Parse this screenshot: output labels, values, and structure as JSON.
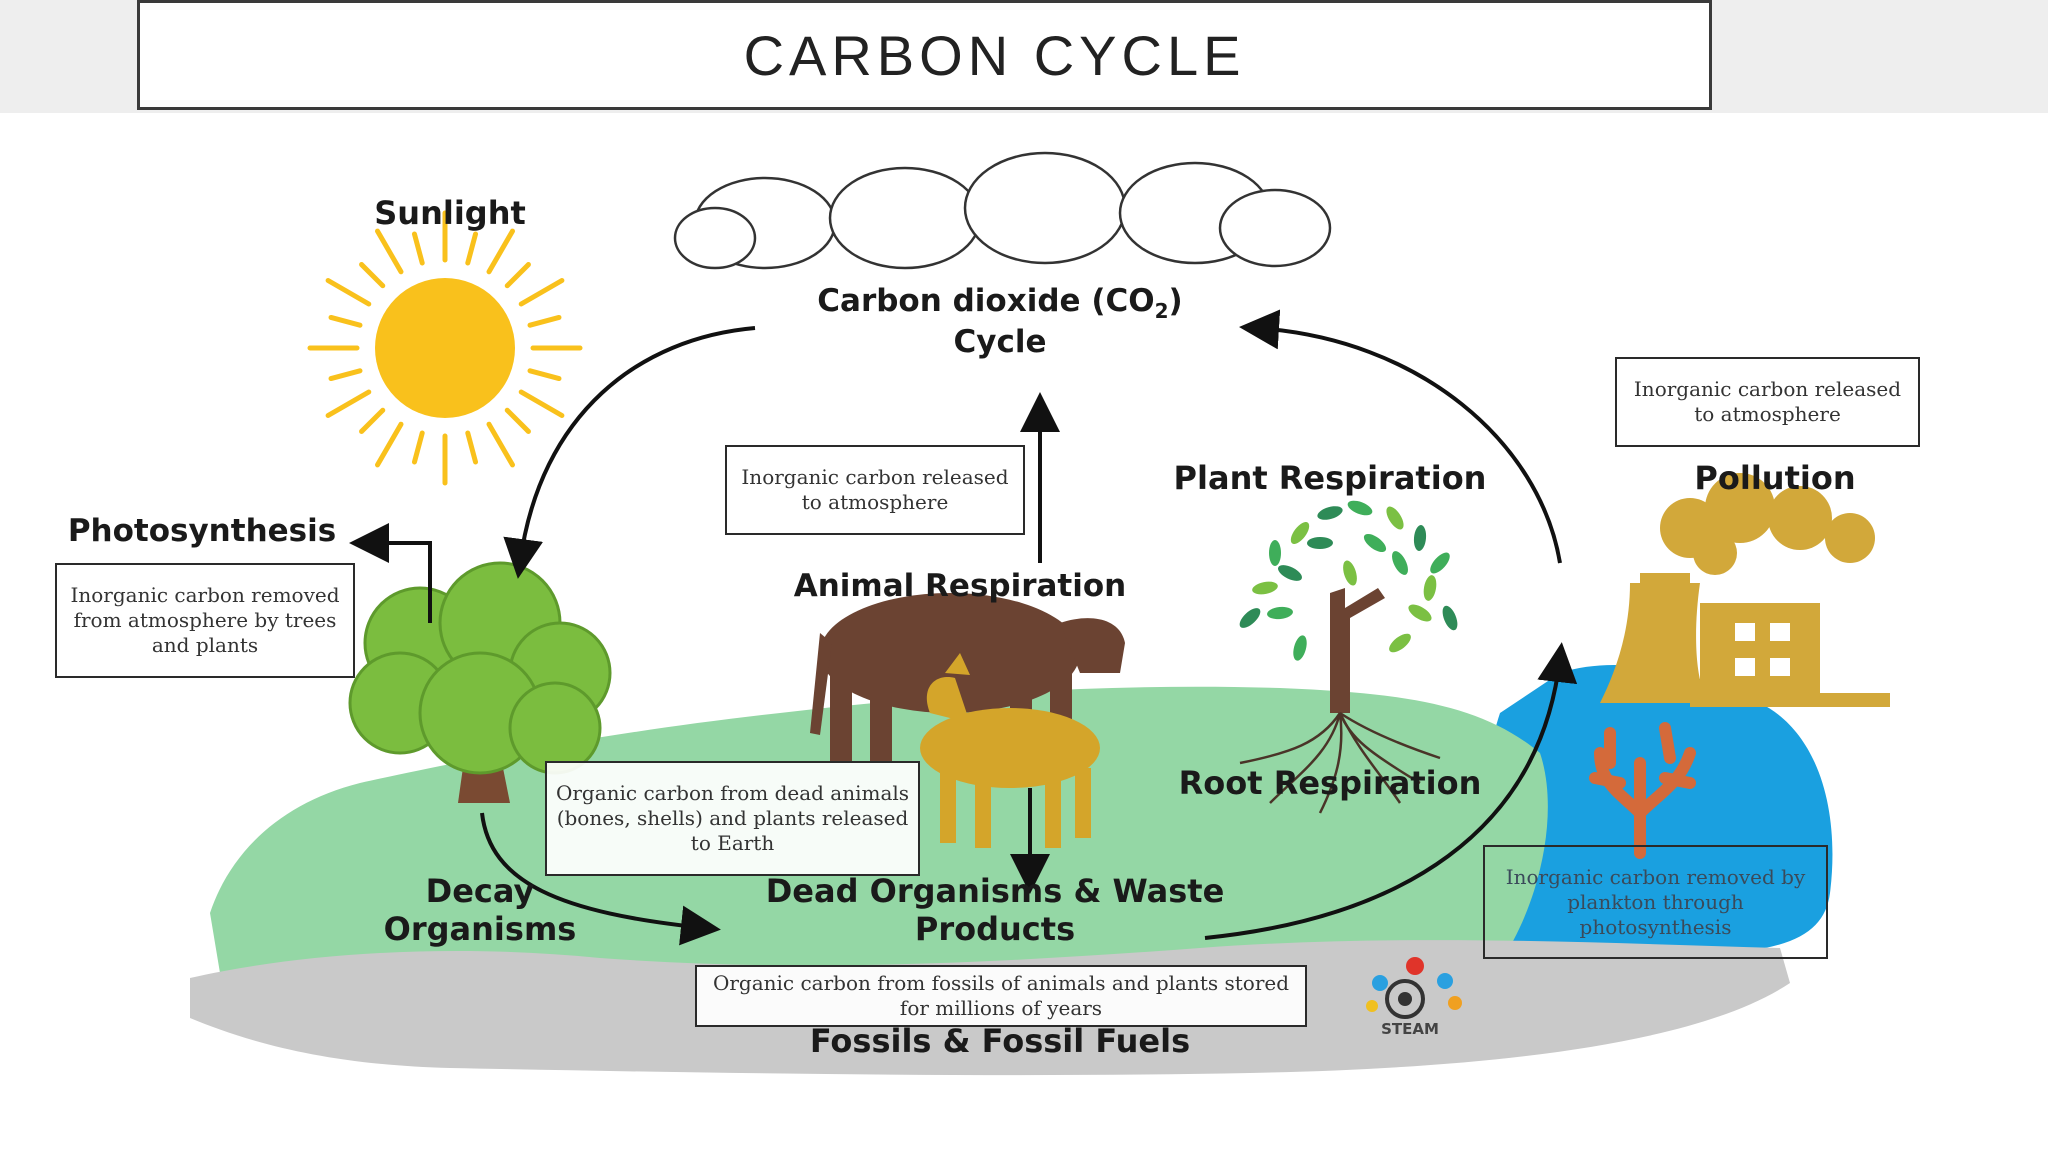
{
  "title": "CARBON CYCLE",
  "labels": {
    "sunlight": "Sunlight",
    "co2_line1": "Carbon dioxide (CO",
    "co2_sub": "2",
    "co2_close": ")",
    "co2_line2": "Cycle",
    "photosynthesis": "Photosynthesis",
    "plant_respiration": "Plant Respiration",
    "pollution": "Pollution",
    "animal_respiration": "Animal Respiration",
    "root_respiration": "Root Respiration",
    "decay_organisms": "Decay\nOrganisms",
    "dead_organisms": "Dead Organisms & Waste\nProducts",
    "fossils": "Fossils & Fossil Fuels",
    "steam_logo": "STEAM"
  },
  "boxes": {
    "animal_release": "Inorganic carbon released to atmosphere",
    "pollution_release": "Inorganic carbon released to atmosphere",
    "photosynthesis_removed": "Inorganic carbon removed from atmosphere by trees and plants",
    "dead_release": "Organic carbon from dead animals (bones, shells) and plants released to Earth",
    "fossil_store": "Organic carbon from fossils of animals and plants stored for millions of years",
    "plankton_removed": "Inorganic carbon removed by plankton through photosynthesis"
  },
  "colors": {
    "sun": "#f9c11c",
    "grass": "#94d7a5",
    "tree": "#7bbd3f",
    "trunk": "#7a4a32",
    "water": "#1aa0e0",
    "rock": "#c9c9c9",
    "cow": "#6b4332",
    "goat": "#d4a52a",
    "factory": "#d2a83a",
    "coral": "#d46a3a"
  }
}
